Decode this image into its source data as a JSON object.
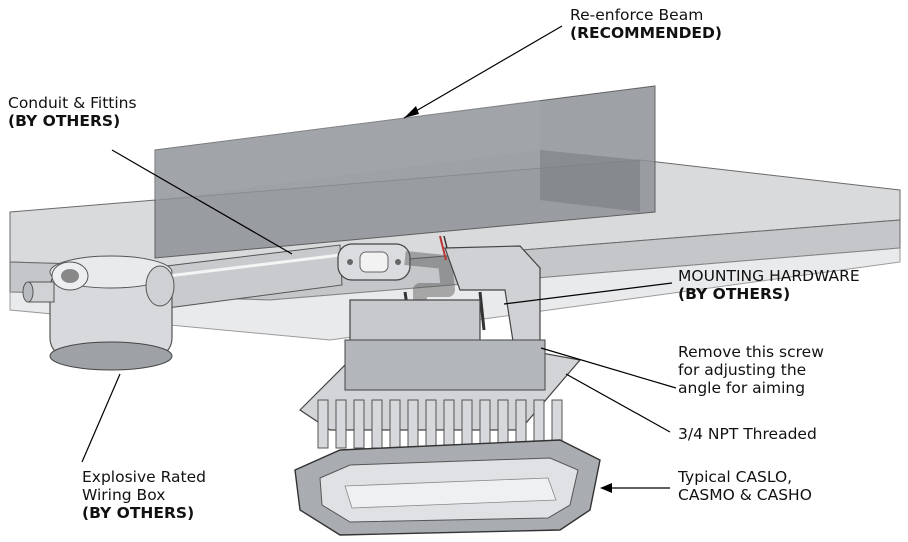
{
  "labels": {
    "beam": {
      "line1": "Re-enforce Beam",
      "line2": "(RECOMMENDED)"
    },
    "conduit": {
      "line1": "Conduit & Fittins",
      "line2": "(BY OTHERS)"
    },
    "mounting": {
      "line1": "MOUNTING HARDWARE",
      "line2": "(BY OTHERS)"
    },
    "screw": {
      "line1": "Remove this screw",
      "line2": "for adjusting the",
      "line3": "angle for aiming"
    },
    "npt": {
      "line1": "3/4 NPT Threaded"
    },
    "fixture": {
      "line1": "Typical CASLO,",
      "line2": "CASMO & CASHO"
    },
    "wiring_box": {
      "line1": "Explosive Rated",
      "line2": "Wiring Box",
      "line3": "(BY OTHERS)"
    }
  }
}
